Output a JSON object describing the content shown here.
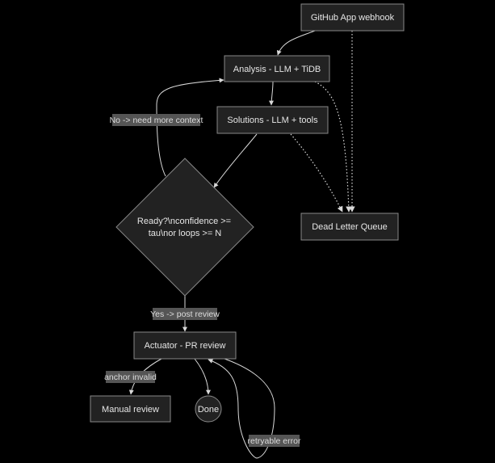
{
  "nodes": {
    "webhook": "GitHub App webhook",
    "analysis": "Analysis - LLM + TiDB",
    "solutions": "Solutions - LLM + tools",
    "dead_letter": "Dead Letter Queue",
    "decision_lines": [
      "Ready?\\nconfidence >=",
      "tau\\nor loops >= N"
    ],
    "actuator": "Actuator - PR review",
    "manual": "Manual review",
    "done": "Done"
  },
  "edge_labels": {
    "need_context": "No -> need more context",
    "post_review": "Yes -> post review",
    "anchor_invalid": "anchor invalid",
    "retryable": "retryable error"
  },
  "colors": {
    "background": "#000000",
    "node_fill": "#222222",
    "node_stroke": "#888888",
    "edge": "#d9d9d9",
    "label_bg": "#555555"
  }
}
